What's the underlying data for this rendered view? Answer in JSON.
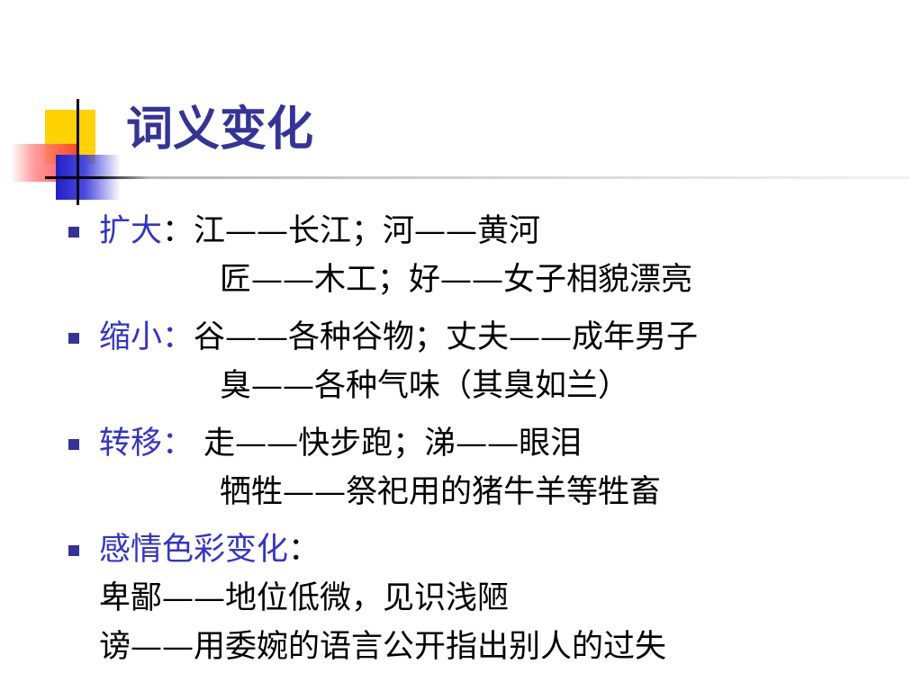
{
  "slide": {
    "title": "词义变化",
    "bullets": [
      {
        "term": "扩大",
        "colon": "：",
        "first": "江——长江；河——黄河",
        "second": "匠——木工；好——女子相貌漂亮"
      },
      {
        "term": "缩小：",
        "first": "谷——各种谷物；丈夫——成年男子",
        "second": "臭——各种气味（其臭如兰）"
      },
      {
        "term": "转移：",
        "first": " 走——快步跑；涕——眼泪",
        "second": "牺牲——祭祀用的猪牛羊等牲畜"
      },
      {
        "term": "感情色彩变化",
        "colon": "：",
        "lines": [
          "卑鄙——地位低微，见识浅陋",
          "谤——用委婉的语言公开指出别人的过失"
        ]
      }
    ]
  },
  "colors": {
    "title": "#333399",
    "term": "#3333cc",
    "bullet": "#333399",
    "deco_yellow": "#ffd200",
    "deco_red": "#ff3030",
    "deco_blue": "#2020c8"
  }
}
